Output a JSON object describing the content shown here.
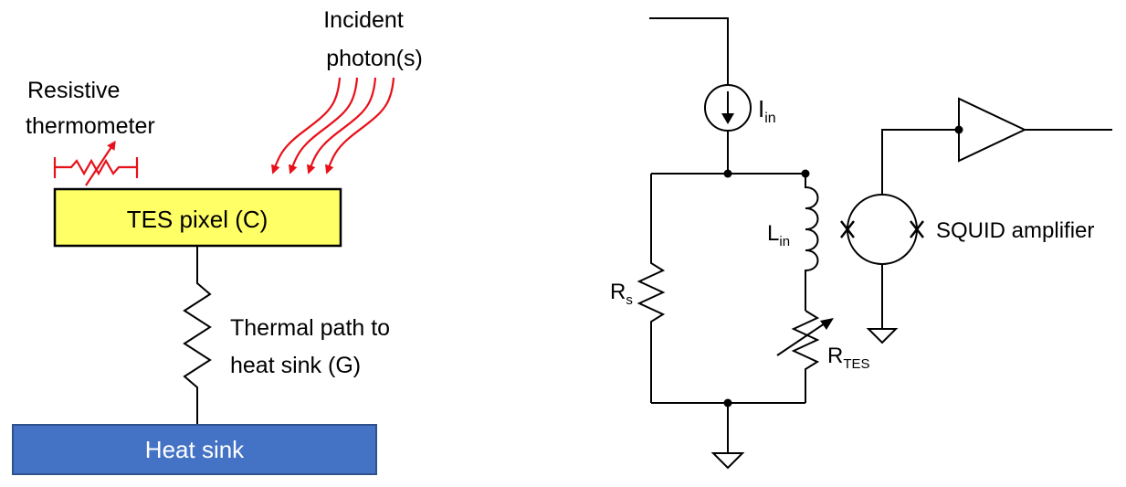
{
  "left_panel": {
    "incident_line1": "Incident",
    "incident_line2": "photon(s)",
    "thermo_line1": "Resistive",
    "thermo_line2": "thermometer",
    "tes_label": "TES pixel (C)",
    "thermal_line1": "Thermal path to",
    "thermal_line2": "heat sink (G)",
    "heatsink_label": "Heat sink",
    "colors": {
      "tes_fill": "#ffff66",
      "heatsink_fill": "#4472c4",
      "heatsink_text": "#ffffff",
      "photon": "#e8101a"
    }
  },
  "right_panel": {
    "iin_main": "I",
    "iin_sub": "in",
    "lin_main": "L",
    "lin_sub": "in",
    "rs_main": "R",
    "rs_sub": "s",
    "rtes_main": "R",
    "rtes_sub": "TES",
    "squid_label": "SQUID amplifier"
  }
}
